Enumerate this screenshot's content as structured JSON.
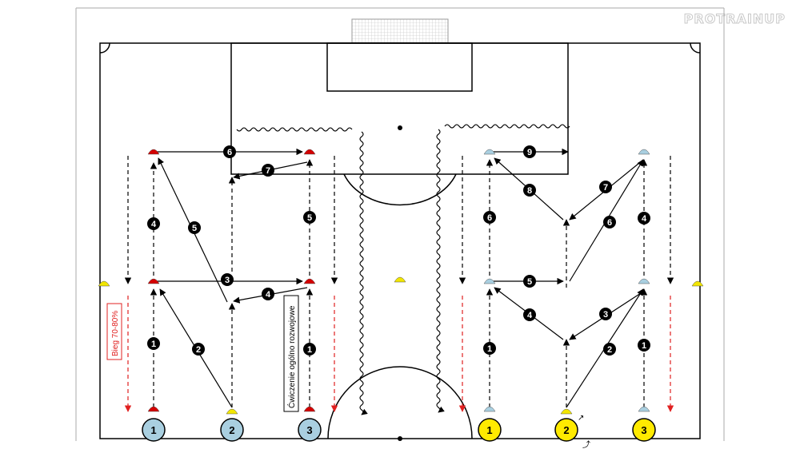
{
  "brand": "PROTRAINUP",
  "labels": {
    "run": "Bieg 70-80%",
    "exercise": "Ćwiczenie ogólno rozwojowe"
  },
  "steps": [
    "1",
    "2",
    "3",
    "4",
    "5",
    "6",
    "7",
    "8",
    "9"
  ],
  "players_left": [
    "1",
    "2",
    "3"
  ],
  "players_right": [
    "1",
    "2",
    "3"
  ],
  "colors": {
    "line": "#000000",
    "red_arrow": "#e02020",
    "cone_red": "#d40000",
    "cone_blue": "#a9cfe0",
    "cone_yellow": "#f2e600",
    "player_blue": "#a9cfe0",
    "player_yellow": "#ffea00",
    "net": "#d8d8d8"
  }
}
